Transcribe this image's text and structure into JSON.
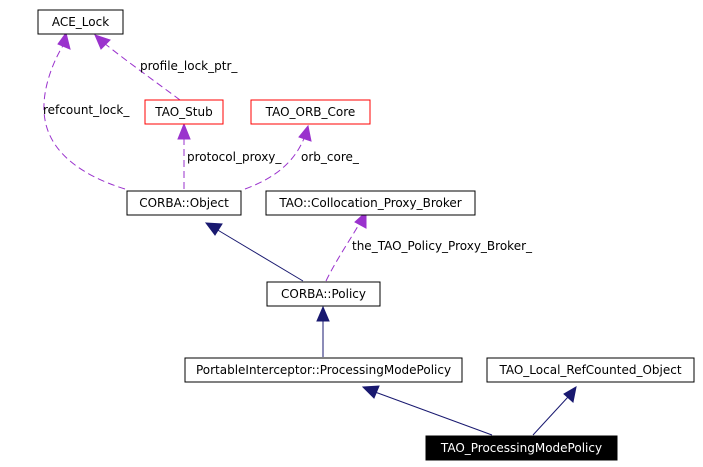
{
  "colors": {
    "background": "#ffffff",
    "inheritance_edge": "#191970",
    "usage_edge": "#9a32cd",
    "node_border": "#000000",
    "undocumented_border": "#ff0000",
    "focus_fill": "#000000",
    "focus_text": "#ffffff"
  },
  "nodes": {
    "ace_lock": "ACE_Lock",
    "tao_stub": "TAO_Stub",
    "tao_orb_core": "TAO_ORB_Core",
    "corba_object": "CORBA::Object",
    "collocation_proxy_broker": "TAO::Collocation_Proxy_Broker",
    "corba_policy": "CORBA::Policy",
    "processing_mode_policy": "PortableInterceptor::ProcessingModePolicy",
    "local_refcounted_object": "TAO_Local_RefCounted_Object",
    "tao_processing_mode_policy": "TAO_ProcessingModePolicy"
  },
  "edge_labels": {
    "refcount_lock": "refcount_lock_",
    "profile_lock_ptr": "profile_lock_ptr_",
    "protocol_proxy": "protocol_proxy_",
    "orb_core": "orb_core_",
    "policy_proxy_broker": "the_TAO_Policy_Proxy_Broker_"
  }
}
